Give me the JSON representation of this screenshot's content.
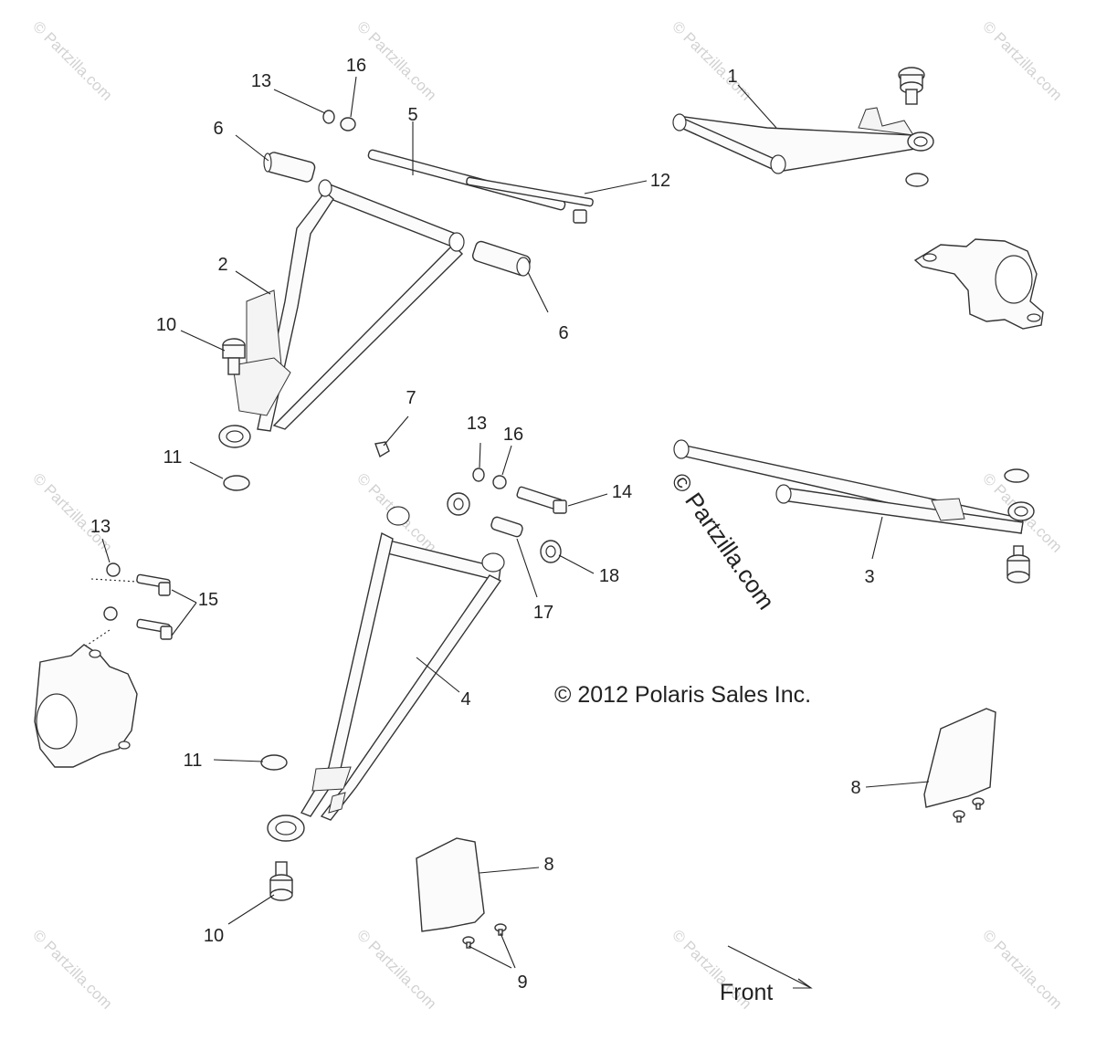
{
  "watermark": "© Partzilla.com",
  "site_mark": "© Partzilla.com",
  "copyright": "© 2012 Polaris Sales Inc.",
  "direction_label": "Front",
  "callouts": {
    "c1": "1",
    "c2": "2",
    "c3": "3",
    "c4": "4",
    "c5": "5",
    "c6a": "6",
    "c6b": "6",
    "c7": "7",
    "c8a": "8",
    "c8b": "8",
    "c9": "9",
    "c10a": "10",
    "c10b": "10",
    "c11a": "11",
    "c11b": "11",
    "c12": "12",
    "c13a": "13",
    "c13b": "13",
    "c13c": "13",
    "c14": "14",
    "c15": "15",
    "c16a": "16",
    "c16b": "16",
    "c17": "17",
    "c18": "18"
  }
}
